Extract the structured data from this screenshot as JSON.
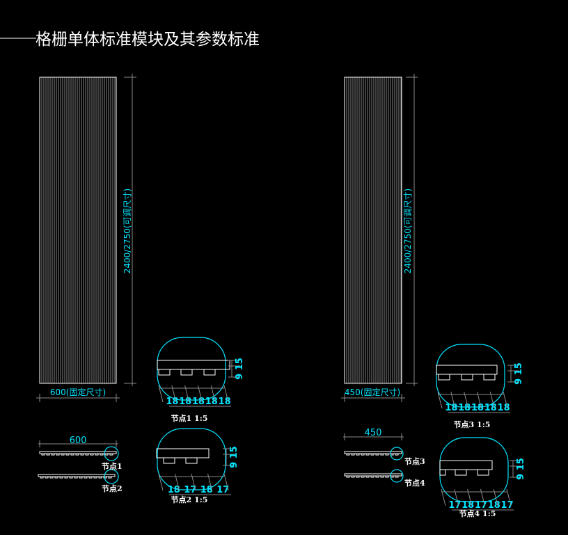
{
  "title": "格栅单体标准模块及其参数标准",
  "left_module": {
    "height_dim": "2400/2750(可调尺寸)",
    "width_dim": "600(固定尺寸)",
    "plan_width": "600",
    "node_tags": [
      "节点1",
      "节点2"
    ]
  },
  "right_module": {
    "height_dim": "2400/2750(可调尺寸)",
    "width_dim": "450(固定尺寸)",
    "plan_width": "450",
    "node_tags": [
      "节点3",
      "节点4"
    ]
  },
  "details": [
    {
      "caption": "节点1  1:5",
      "dims": [
        "18",
        "18",
        "18",
        "18",
        "18"
      ],
      "vdims": [
        "9",
        "15"
      ]
    },
    {
      "caption": "节点2  1:5",
      "dims": [
        "18",
        "17",
        "18",
        "17"
      ],
      "vdims": [
        "9",
        "15"
      ]
    },
    {
      "caption": "节点3  1:5",
      "dims": [
        "18",
        "18",
        "18",
        "18",
        "18"
      ],
      "vdims": [
        "9",
        "15"
      ]
    },
    {
      "caption": "节点4  1:5",
      "dims": [
        "17",
        "18",
        "17",
        "18",
        "17"
      ],
      "vdims": [
        "9",
        "15"
      ]
    }
  ],
  "colors": {
    "dimension": "#00e5ff",
    "line": "#ffffff",
    "background": "#000000"
  }
}
